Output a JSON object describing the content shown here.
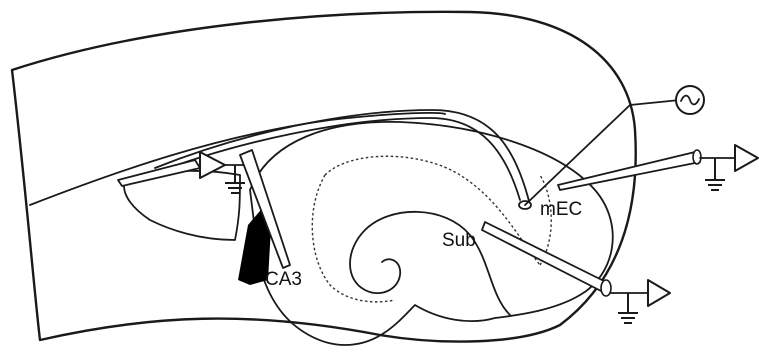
{
  "labels": {
    "ca3": "CA3",
    "sub": "Sub",
    "mec": "mEC"
  },
  "stimulator": {
    "icon": "sine-wave-icon"
  },
  "recording_sites": {
    "icon": "amplifier-icon",
    "ground_icon": "ground-icon"
  },
  "colors": {
    "stroke": "#1a1a1a",
    "ca3_fill": "#000000",
    "background": "#ffffff"
  }
}
